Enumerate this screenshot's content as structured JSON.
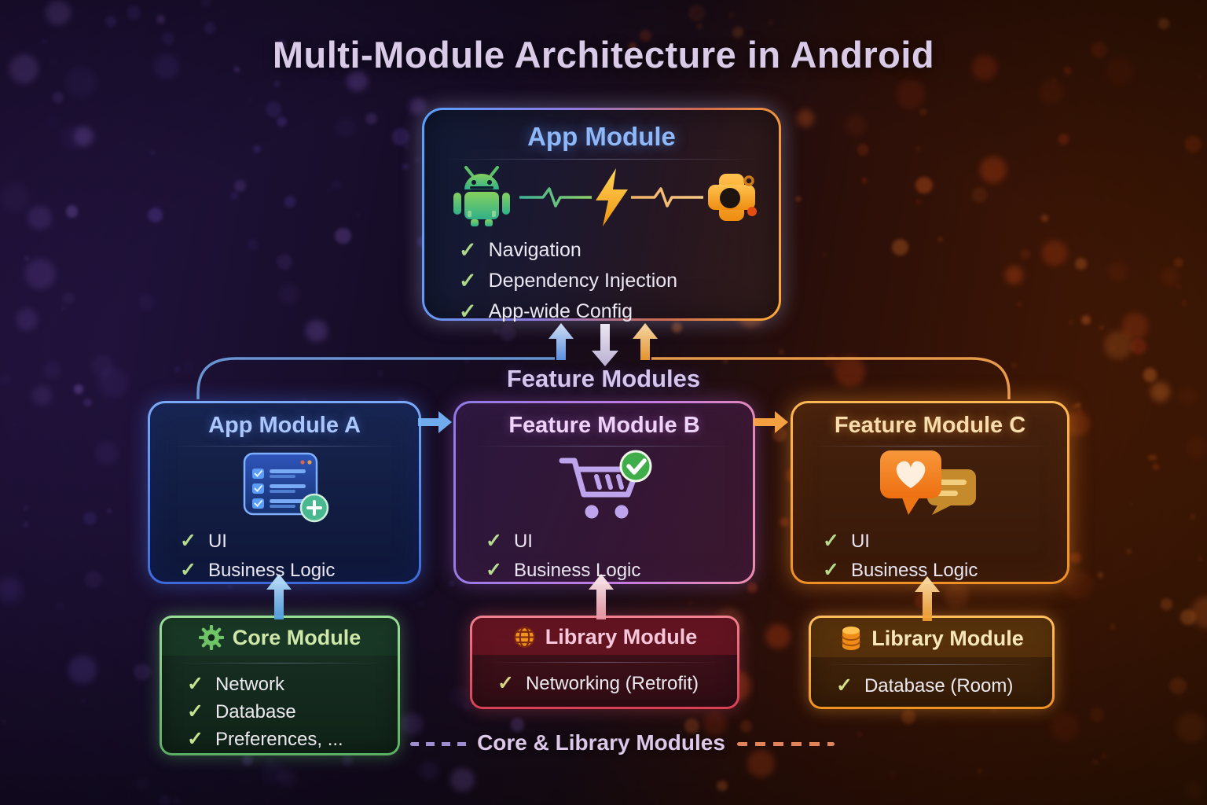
{
  "title": "Multi-Module Architecture in Android",
  "app_module": {
    "title": "App Module",
    "icons": [
      "android-robot",
      "pulse-line",
      "lightning-bolt",
      "pulse-line",
      "plugin-gear"
    ],
    "items": [
      "Navigation",
      "Dependency Injection",
      "App-wide Config"
    ]
  },
  "feature_section": {
    "label": "Feature Modules",
    "modules": [
      {
        "title": "App Module A",
        "icon": "checklist-card",
        "items": [
          "UI",
          "Business Logic"
        ],
        "accent": "#6f9ff5"
      },
      {
        "title": "Feature Module B",
        "icon": "shopping-cart",
        "items": [
          "UI",
          "Business Logic"
        ],
        "accent": "#b07fd8"
      },
      {
        "title": "Feature Module C",
        "icon": "chat-heart",
        "items": [
          "UI",
          "Business Logic"
        ],
        "accent": "#f5a545"
      }
    ]
  },
  "base_section": {
    "label": "Core & Library Modules",
    "modules": [
      {
        "title": "Core Module",
        "icon": "gear",
        "items": [
          "Network",
          "Database",
          "Preferences, ..."
        ],
        "accent": "#8fd48a"
      },
      {
        "title": "Library Module",
        "icon": "globe",
        "items": [
          "Networking (Retrofit)"
        ],
        "accent": "#e55a70"
      },
      {
        "title": "Library Module",
        "icon": "database",
        "items": [
          "Database (Room)"
        ],
        "accent": "#f2a23c"
      }
    ]
  },
  "colors": {
    "background_left": "#261445",
    "background_right": "#471b04",
    "title_text": "#d9cbe8",
    "app_title_text": "#8fb8f8",
    "check_green": "#b8dc8e",
    "arrow_blue": "#6f9fe0",
    "arrow_orange": "#f0a24e"
  }
}
